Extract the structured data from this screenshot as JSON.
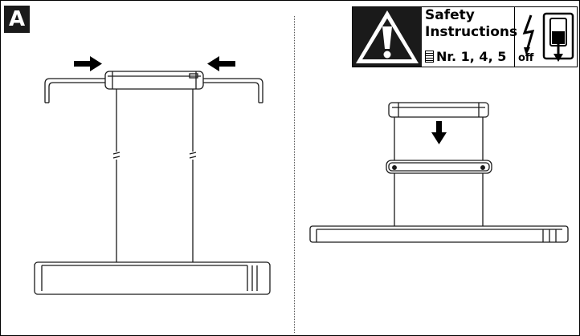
{
  "step": {
    "label": "A"
  },
  "safety": {
    "title": "Safety\nInstructions",
    "nr_label": "Nr. 1, 4, 5",
    "off_label": "off",
    "icons": [
      "warning-icon",
      "document-icon",
      "lightning-icon",
      "switch-icon"
    ]
  },
  "colors": {
    "ink": "#1a1a1a",
    "paper": "#ffffff"
  }
}
